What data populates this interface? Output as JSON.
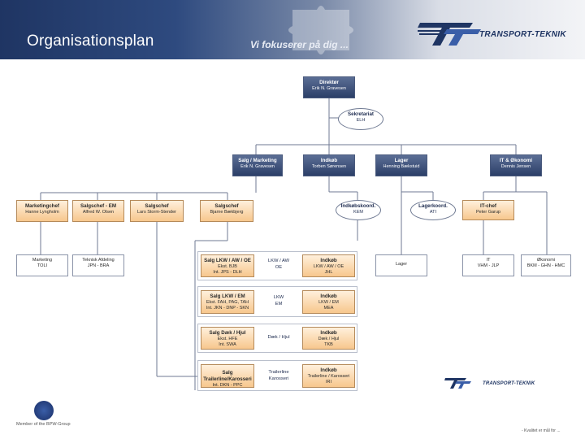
{
  "header": {
    "title": "Organisationsplan",
    "tagline": "Vi fokuserer på dig ...",
    "logo_text": "TRANSPORT-TEKNIK"
  },
  "top": {
    "direktor": {
      "title": "Direktør",
      "name": "Erik N. Gravesen"
    },
    "sekretariat": {
      "title": "Sekretariat",
      "name": "ELH"
    }
  },
  "level2": [
    {
      "title": "Salg / Marketing",
      "name": "Erik N. Gravesen"
    },
    {
      "title": "Indkøb",
      "name": "Torben Sørensen"
    },
    {
      "title": "Lager",
      "name": "Henning Bækstuid"
    },
    {
      "title": "IT & Økonomi",
      "name": "Dennis Jensen"
    }
  ],
  "level3": [
    {
      "title": "Marketingchef",
      "name": "Hanne Lyngholm"
    },
    {
      "title": "Salgschef - EM",
      "name": "Alfred W. Olsen"
    },
    {
      "title": "Salgschef",
      "name": "Lars Storm-Stender"
    },
    {
      "title": "Salgschef",
      "name": "Bjarne Bækbjerg"
    }
  ],
  "coord": [
    {
      "title": "Indkøbskoord.",
      "name": "KEM"
    },
    {
      "title": "Lagerkoord.",
      "name": "ATI"
    }
  ],
  "it_chef": {
    "title": "IT-chef",
    "name": "Peter Garup"
  },
  "level4_left": [
    {
      "title": "Marketing",
      "name": "TOLI"
    },
    {
      "title": "Teknisk Afdeling",
      "name": "JPN - BRA"
    }
  ],
  "level4_right": [
    {
      "title": "Lager",
      "name": ""
    },
    {
      "title": "IT",
      "name": "VHM - JLP"
    },
    {
      "title": "Økonomi",
      "name": "BKM - GHN - HMC"
    }
  ],
  "groups": [
    {
      "salg_title": "Salg LKW / AW / OE",
      "salg_lines": [
        "Ekst. BJB",
        "Int. JPS - DLH"
      ],
      "mid": [
        "LKW / AW",
        "OE"
      ],
      "indkob_title": "Indkøb",
      "indkob_lines": [
        "LKW / AW / OE",
        "JHL"
      ]
    },
    {
      "salg_title": "Salg LKW / EM",
      "salg_lines": [
        "Ekst. FAH, PAG, TAH",
        "Int. JKN - DNP - SKN"
      ],
      "mid": [
        "LKW",
        "EM"
      ],
      "indkob_title": "Indkøb",
      "indkob_lines": [
        "LKW / EM",
        "MEA"
      ]
    },
    {
      "salg_title": "Salg Dæk / Hjul",
      "salg_lines": [
        "Ekst. HFE",
        "Int. SWA"
      ],
      "mid": [
        "Dæk / Hjul"
      ],
      "indkob_title": "Indkøb",
      "indkob_lines": [
        "Dæk / Hjul",
        "TKB"
      ]
    },
    {
      "salg_title": "Salg Trailerline/Karosseri",
      "salg_lines": [
        "Int. DKN - PPC"
      ],
      "mid": [
        "Trailerline",
        "Karosseri"
      ],
      "indkob_title": "Indkøb",
      "indkob_lines": [
        "Trailerline / Karosseri",
        "IRI"
      ]
    }
  ],
  "footer": {
    "member": "Member of the BPW-Group",
    "right": "- Kvalitet er mål for ..."
  },
  "colors": {
    "header_dark": "#1f3563",
    "box_blue": "#2c3f68",
    "box_orange": "#f7c78d"
  }
}
